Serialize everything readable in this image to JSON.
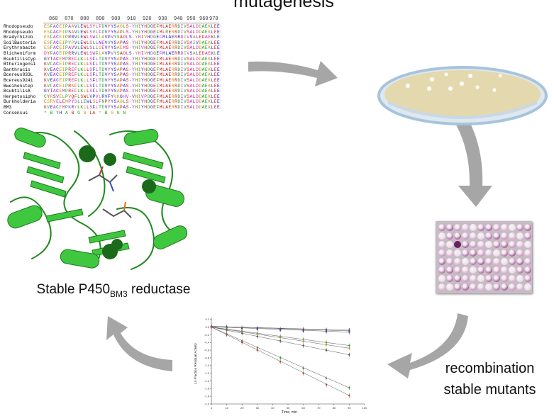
{
  "title": "mutagenesis",
  "labels": {
    "recombination_line1": "recombination",
    "recombination_line2": "stable mutants",
    "stable_main": "Stable P450",
    "stable_sub": "BM3",
    "stable_tail": " reductase"
  },
  "alignment": {
    "positions": [
      "860",
      "870",
      "880",
      "890",
      "900",
      "910",
      "920",
      "930",
      "940",
      "950",
      "960",
      "970"
    ],
    "sequences": [
      {
        "name": "Rhodopseudo",
        "seq": "ESFACEIPAAVLEWLSYLFDVYYSAOLS-YHIYHDGEFMLAERRDIVSALDDAEKLEEPESAAV"
      },
      {
        "name": "Rhodopseudo",
        "seq": "ESFACEIPSAVLEWLSVLFDVYYSAPLS-YHIYHDGEFMLRERRDIVSALDDAEKLEEPESACH"
      },
      {
        "name": "Bradyrhizob",
        "seq": "ESFACEIPRRVLEWLSWFLAVPVYSAOLS-YHIVHDGEFMLAERRDIVSALEDAEKLEEPEAAAE"
      },
      {
        "name": "SoilBacteria",
        "seq": "ESFACEIPYPVLEWLSLLNEVVYSAPAS-YHIYHDGEFMLAERRDIVSAIVDAEKLEEPEHAAD"
      },
      {
        "name": "Erythrobacte",
        "seq": "ESFACEIPAVVLEWLSLLGEVYYSAEMS-YHIVHDGEFMLAERRDIVSALDDAEKLEEPEEAIA"
      },
      {
        "name": "Blicheniform",
        "seq": "DYFACEIPRRVLEWLSWFLAVPVYSAOLS-YHIVHDGEFMLAERRDIVSALEDAEKLEEPEAAAE"
      },
      {
        "name": "BsubtilisCyp",
        "seq": "GYTACEMPREFLKLLSFLTDVYYSAPAS-YHIYHDGEFMLAERRDIVSALDDAEKLEEPESLKE"
      },
      {
        "name": "Bthuringensi",
        "seq": "KVFACEIPREFLKLLSFLTDVYYSAPAS-YHIYHDGEFMLAERRDIVSALDDAEKLEEPEVKCK"
      },
      {
        "name": "Banthracis",
        "seq": "KVEACEIPREFLKLLSFLTDVYYSAPAS-YHIYHDGEFMLAERRDIVSALDDAEKLEEPEVKCK"
      },
      {
        "name": "Bcereus833L",
        "seq": "KVEACEIPREFLKLLSFLTDVYYSAPAS-YHIYHDGEFMLAERRDIVSALDDAEKLEEPEVKCK"
      },
      {
        "name": "Bcereus9241",
        "seq": "KVEACEIPREFLKLLSFLTDVYYSAPAS-YHIYHDGEFMLAERRDIVSALDDAEKLEEPEVKCK"
      },
      {
        "name": "Bweihenstep",
        "seq": "KVFACEIPRKFLKLLSFLTDVYYSAPAS-YHIYHDGEFMLAERRDIVSALDDAEKLEEPEVKCK"
      },
      {
        "name": "BsubtilisA",
        "seq": "GYTACEMPREFLKLLSFLTDVYYSAPAS-YHIYHDGEFMLAERRDIVSALDDAEKLEEPEVLKE"
      },
      {
        "name": "Herpetosipho",
        "seq": "CYRSVELPVQFLSWLVPVLRVFYVKGHV-VHIVPDGEFMLAERRDIVSALDDAEKLEEPEAGQQ"
      },
      {
        "name": "Burkholderia",
        "seq": "ESRVELEMPYSLLEWLSLFNPYYSAOLS-YHIYHDGEFMLAERRDIVSALDDAEKLEEPELTRK"
      },
      {
        "name": "BM3",
        "seq": "KVEACEMPKRYLKLLSFLTDVYYSAPAS-YHIYHDGEFMLAERRDIVSALDDAEKLEEPEIKEQ"
      },
      {
        "name": "Consensus",
        "seq": "          *     B YH  A B G G     LA           *   B G  G  N"
      }
    ]
  },
  "chart_data": {
    "type": "scatter",
    "title": "",
    "xlabel": "Time, min",
    "ylabel": "Ln Fraction Residual Activity",
    "xlim": [
      0,
      100
    ],
    "xticks": [
      "0",
      "10",
      "20",
      "30",
      "40",
      "50",
      "60",
      "70",
      "80",
      "90",
      "100"
    ],
    "ylim": [
      -2.0,
      0.25
    ],
    "yticks": [
      "0.2",
      "0.0",
      "-0.2",
      "-0.4",
      "-0.6",
      "-0.8",
      "-1.0",
      "-1.2",
      "-1.4",
      "-1.6",
      "-1.8",
      "-2.0"
    ],
    "x": [
      0,
      10,
      20,
      30,
      45,
      60,
      75,
      90
    ],
    "series": [
      {
        "values": [
          0.02,
          0.0,
          -0.02,
          -0.03,
          -0.05,
          -0.06,
          -0.07,
          -0.08
        ],
        "color": "#222222"
      },
      {
        "values": [
          0.02,
          -0.01,
          -0.02,
          -0.04,
          -0.06,
          -0.07,
          -0.09,
          -0.1
        ],
        "color": "#d03030"
      },
      {
        "values": [
          0.01,
          -0.02,
          -0.04,
          -0.06,
          -0.08,
          -0.1,
          -0.12,
          -0.13
        ],
        "color": "#3050c0"
      },
      {
        "values": [
          0.0,
          -0.05,
          -0.1,
          -0.16,
          -0.24,
          -0.32,
          -0.4,
          -0.48
        ],
        "color": "#30a030"
      },
      {
        "values": [
          0.0,
          -0.06,
          -0.12,
          -0.18,
          -0.27,
          -0.37,
          -0.46,
          -0.55
        ],
        "color": "#c09020"
      },
      {
        "values": [
          0.0,
          -0.08,
          -0.16,
          -0.24,
          -0.36,
          -0.48,
          -0.6,
          -0.72
        ],
        "color": "#555555"
      },
      {
        "values": [
          0.0,
          -0.18,
          -0.36,
          -0.54,
          -0.8,
          -1.07,
          -1.33,
          -1.58
        ],
        "color": "#3a8a3a"
      },
      {
        "values": [
          0.0,
          -0.2,
          -0.4,
          -0.6,
          -0.9,
          -1.2,
          -1.5,
          -1.78
        ],
        "color": "#b04040"
      }
    ]
  },
  "colors": {
    "arrow": "#a6a6a6",
    "protein": "#3fc83f",
    "protein_dark": "#1c7a1c",
    "agar": "#e4d8ae",
    "dish_rim": "#a8c4dc",
    "well_pink": "#b070a8"
  }
}
